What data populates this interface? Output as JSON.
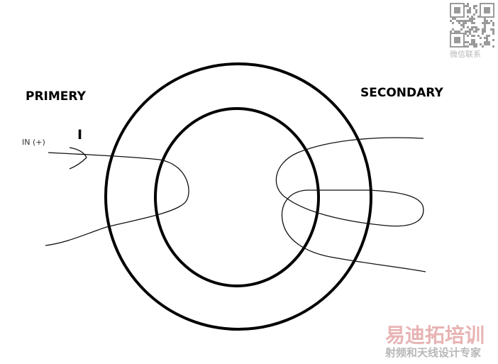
{
  "labels": {
    "primary": "PRIMERY",
    "secondary": "SECONDARY",
    "input": "IN (+)",
    "current": "I"
  },
  "watermark": {
    "qr_caption": "微信联系",
    "brand": "易迪拓培训",
    "tagline": "射频和天线设计专家"
  },
  "colors": {
    "ink": "#000000",
    "wire": "#111111",
    "watermark_red": "#e8b3b3",
    "watermark_gray": "#b8b8b8"
  },
  "icons": {
    "qr": "qr-code-icon"
  }
}
